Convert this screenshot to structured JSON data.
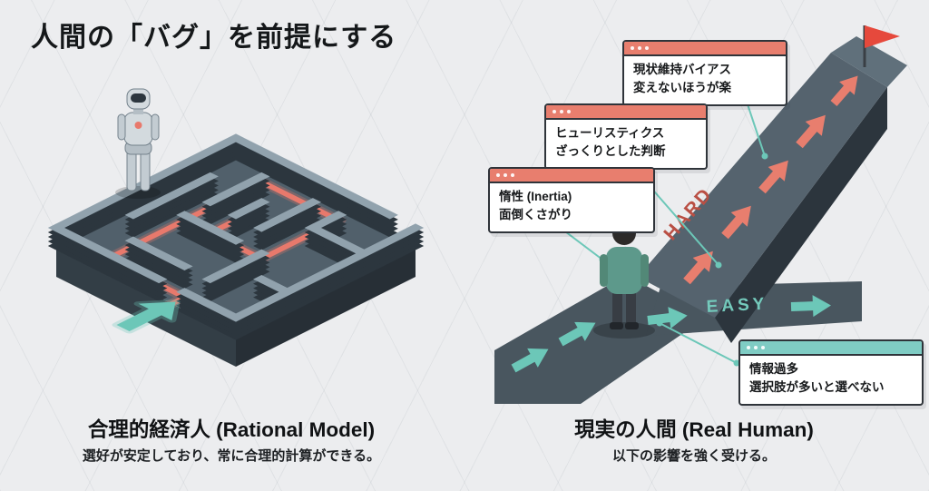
{
  "title": "人間の「バグ」を前提にする",
  "left_panel": {
    "caption": "合理的経済人 (Rational Model)",
    "subcaption": "選好が安定しており、常に合理的計算ができる。"
  },
  "right_panel": {
    "caption": "現実の人間 (Real Human)",
    "subcaption": "以下の影響を強く受ける。",
    "road_labels": {
      "hard": "HARD",
      "easy": "EASY"
    },
    "callouts": [
      {
        "id": "status-quo-bias",
        "line1": "現状維持バイアス",
        "line2": "変えないほうが楽",
        "accent": "#e87e6e"
      },
      {
        "id": "heuristics",
        "line1": "ヒューリスティクス",
        "line2": "ざっくりとした判断",
        "accent": "#e87e6e"
      },
      {
        "id": "inertia",
        "line1": "惰性 (Inertia)",
        "line2": "面倒くさがり",
        "accent": "#e87e6e"
      },
      {
        "id": "information-overload",
        "line1": "情報過多",
        "line2": "選択肢が多いと選べない",
        "accent": "#7fccc4"
      }
    ]
  },
  "colors": {
    "background": "#ecedef",
    "salmon": "#e87e6e",
    "teal": "#6cc7b8",
    "road": "#49565f",
    "wall_top": "#91a2ad",
    "flag_red": "#e6493c"
  }
}
